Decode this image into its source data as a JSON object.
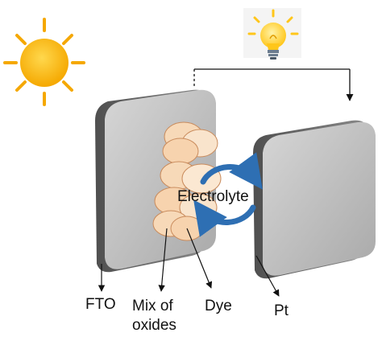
{
  "labels": {
    "electrolyte": "Electrolyte",
    "fto": "FTO",
    "mix_line1": "Mix of",
    "mix_line2": "oxides",
    "dye": "Dye",
    "pt": "Pt"
  },
  "colors": {
    "sun": "#f7b500",
    "sun_core": "#fcc419",
    "bulb": "#ffd43b",
    "bulb_base": "#6b7c8f",
    "plate_face": "#bdbdbd",
    "plate_edge": "#6e6e6e",
    "oxide_particle": "#f7d9b8",
    "particle_outline": "#c98b5c",
    "arrow_blue": "#2e6fb3",
    "wire": "#111111"
  },
  "icons": {
    "sun": "sun-icon",
    "bulb": "lightbulb-icon"
  }
}
